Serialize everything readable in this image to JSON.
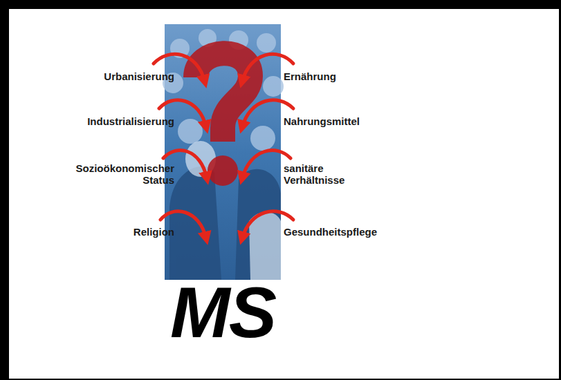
{
  "diagram": {
    "labels": [
      "Urbanisierung",
      "Industrialisierung",
      "Sozioökonomischer Status",
      "Religion",
      "Ernährung",
      "Nahrungsmittel",
      "sanitäre Verhältnisse",
      "Gesundheitspflege",
      "MS"
    ]
  }
}
